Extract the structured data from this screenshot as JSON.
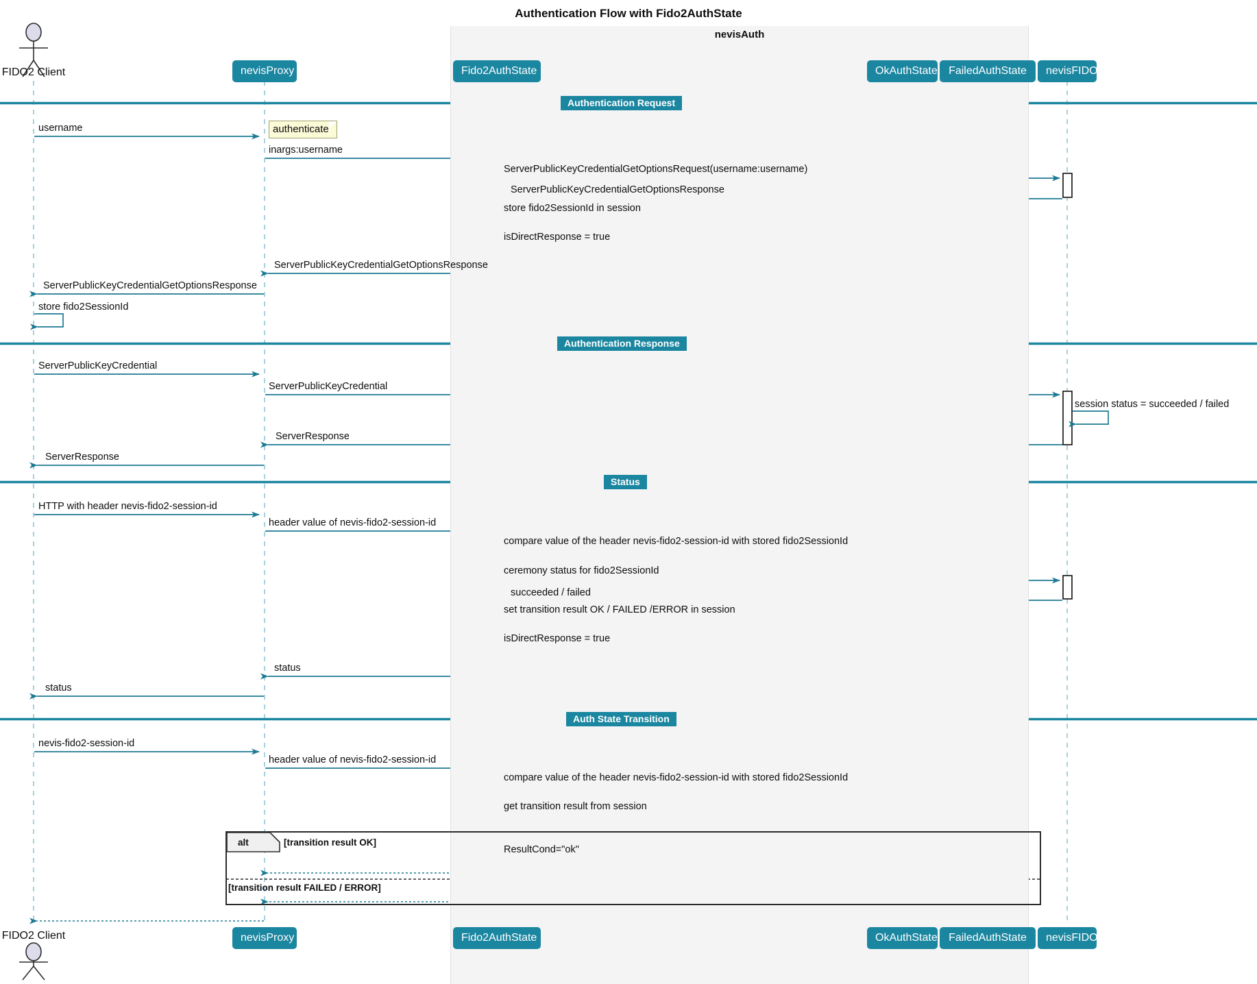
{
  "title": "Authentication Flow with Fido2AuthState",
  "colors": {
    "accent": "#1b86a0",
    "arrow": "#1b7a93",
    "group_bg": "#f4f4f4",
    "note_bg": "#fbfbd8",
    "lifeline": "#7fbdd0",
    "text": "#0d0d0d"
  },
  "group": {
    "label": "nevisAuth"
  },
  "participants": [
    {
      "id": "client",
      "label": "FIDO2 Client",
      "kind": "actor"
    },
    {
      "id": "proxy",
      "label": "nevisProxy",
      "kind": "box"
    },
    {
      "id": "fido2state",
      "label": "Fido2AuthState",
      "kind": "box"
    },
    {
      "id": "okstate",
      "label": "OkAuthState",
      "kind": "box"
    },
    {
      "id": "failedstate",
      "label": "FailedAuthState",
      "kind": "box"
    },
    {
      "id": "nevisfido",
      "label": "nevisFIDO",
      "kind": "box"
    }
  ],
  "sections": [
    {
      "id": "sec-auth-request",
      "label": "Authentication Request"
    },
    {
      "id": "sec-auth-response",
      "label": "Authentication Response"
    },
    {
      "id": "sec-status",
      "label": "Status"
    },
    {
      "id": "sec-transition",
      "label": "Auth State Transition"
    }
  ],
  "note": {
    "label": "authenticate"
  },
  "alt": {
    "keyword": "alt",
    "condition_1": "[transition result OK]",
    "condition_2": "[transition result FAILED / ERROR]"
  },
  "messages": [
    {
      "id": "m1",
      "label": "username",
      "from": "client",
      "to": "proxy",
      "kind": "sync"
    },
    {
      "id": "m2",
      "label": "inargs:username",
      "from": "proxy",
      "to": "fido2state",
      "kind": "sync"
    },
    {
      "id": "m3",
      "label": "ServerPublicKeyCredentialGetOptionsRequest(username:username)",
      "from": "fido2state",
      "to": "nevisfido",
      "kind": "sync"
    },
    {
      "id": "m4",
      "label": "ServerPublicKeyCredentialGetOptionsResponse",
      "from": "nevisfido",
      "to": "fido2state",
      "kind": "return"
    },
    {
      "id": "m5",
      "label": "store fido2SessionId in session",
      "from": "fido2state",
      "to": "fido2state",
      "kind": "self"
    },
    {
      "id": "m6",
      "label": "isDirectResponse = true",
      "from": "fido2state",
      "to": "fido2state",
      "kind": "self"
    },
    {
      "id": "m7",
      "label": "ServerPublicKeyCredentialGetOptionsResponse",
      "from": "fido2state",
      "to": "proxy",
      "kind": "return"
    },
    {
      "id": "m8",
      "label": "ServerPublicKeyCredentialGetOptionsResponse",
      "from": "proxy",
      "to": "client",
      "kind": "return"
    },
    {
      "id": "m9",
      "label": "store fido2SessionId",
      "from": "client",
      "to": "client",
      "kind": "self"
    },
    {
      "id": "m10",
      "label": "ServerPublicKeyCredential",
      "from": "client",
      "to": "proxy",
      "kind": "sync"
    },
    {
      "id": "m11",
      "label": "ServerPublicKeyCredential",
      "from": "proxy",
      "to": "nevisfido",
      "kind": "sync"
    },
    {
      "id": "m12",
      "label": "session status = succeeded / failed",
      "from": "nevisfido",
      "to": "nevisfido",
      "kind": "self"
    },
    {
      "id": "m13",
      "label": "ServerResponse",
      "from": "nevisfido",
      "to": "proxy",
      "kind": "return"
    },
    {
      "id": "m14",
      "label": "ServerResponse",
      "from": "proxy",
      "to": "client",
      "kind": "return"
    },
    {
      "id": "m15",
      "label": "HTTP with header nevis-fido2-session-id",
      "from": "client",
      "to": "proxy",
      "kind": "sync"
    },
    {
      "id": "m16",
      "label": "header value of nevis-fido2-session-id",
      "from": "proxy",
      "to": "fido2state",
      "kind": "sync"
    },
    {
      "id": "m17",
      "label": "compare value of the header nevis-fido2-session-id with stored fido2SessionId",
      "from": "fido2state",
      "to": "fido2state",
      "kind": "self"
    },
    {
      "id": "m18",
      "label": "ceremony status for fido2SessionId",
      "from": "fido2state",
      "to": "nevisfido",
      "kind": "sync"
    },
    {
      "id": "m19",
      "label": "succeeded / failed",
      "from": "nevisfido",
      "to": "fido2state",
      "kind": "return"
    },
    {
      "id": "m20",
      "label": "set transition result OK / FAILED /ERROR in session",
      "from": "fido2state",
      "to": "fido2state",
      "kind": "self"
    },
    {
      "id": "m21",
      "label": "isDirectResponse = true",
      "from": "fido2state",
      "to": "fido2state",
      "kind": "self"
    },
    {
      "id": "m22",
      "label": "status",
      "from": "fido2state",
      "to": "proxy",
      "kind": "return"
    },
    {
      "id": "m23",
      "label": "status",
      "from": "proxy",
      "to": "client",
      "kind": "return"
    },
    {
      "id": "m24",
      "label": "nevis-fido2-session-id",
      "from": "client",
      "to": "proxy",
      "kind": "sync"
    },
    {
      "id": "m25",
      "label": "header value of nevis-fido2-session-id",
      "from": "proxy",
      "to": "fido2state",
      "kind": "sync"
    },
    {
      "id": "m26",
      "label": "compare value of the header nevis-fido2-session-id with stored fido2SessionId",
      "from": "fido2state",
      "to": "fido2state",
      "kind": "self"
    },
    {
      "id": "m27",
      "label": "get transition result from session",
      "from": "fido2state",
      "to": "fido2state",
      "kind": "self"
    },
    {
      "id": "m28",
      "label": "ResultCond=\"ok\"",
      "from": "fido2state",
      "to": "okstate",
      "kind": "sync"
    },
    {
      "id": "m29",
      "label": "",
      "from": "okstate",
      "to": "proxy",
      "kind": "dotted-return"
    },
    {
      "id": "m30",
      "label": "",
      "from": "fido2state",
      "to": "failedstate",
      "kind": "sync"
    },
    {
      "id": "m31",
      "label": "",
      "from": "failedstate",
      "to": "proxy",
      "kind": "dotted-return"
    },
    {
      "id": "m32",
      "label": "",
      "from": "proxy",
      "to": "client",
      "kind": "dotted-return"
    }
  ]
}
